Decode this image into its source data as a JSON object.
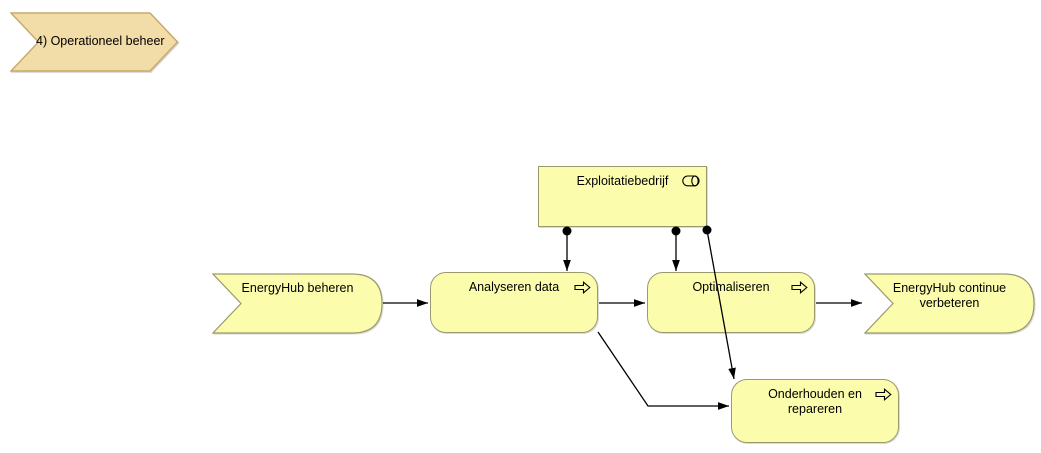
{
  "diagram": {
    "title_chevron": {
      "label": "4) Operationeel beheer"
    },
    "nodes": [
      {
        "id": "exploitatiebedrijf",
        "label": "Exploitatiebedrijf",
        "type": "business-role",
        "icon": "business-role-icon"
      },
      {
        "id": "energyhub-beheren",
        "label": "EnergyHub beheren",
        "type": "business-event"
      },
      {
        "id": "analyseren-data",
        "label": "Analyseren data",
        "type": "business-process",
        "icon": "process-arrow-icon"
      },
      {
        "id": "optimaliseren",
        "label": "Optimaliseren",
        "type": "business-process",
        "icon": "process-arrow-icon"
      },
      {
        "id": "energyhub-continue-verbeteren",
        "label": "EnergyHub continue verbeteren",
        "type": "business-event"
      },
      {
        "id": "onderhouden-en-repareren",
        "label": "Onderhouden en repareren",
        "type": "business-process",
        "icon": "process-arrow-icon"
      }
    ],
    "connections": [
      {
        "from": "energyhub-beheren",
        "to": "analyseren-data",
        "type": "trigger-arrow"
      },
      {
        "from": "analyseren-data",
        "to": "optimaliseren",
        "type": "trigger-arrow"
      },
      {
        "from": "optimaliseren",
        "to": "energyhub-continue-verbeteren",
        "type": "trigger-arrow"
      },
      {
        "from": "exploitatiebedrijf",
        "to": "analyseren-data",
        "type": "assignment-ball-arrow"
      },
      {
        "from": "exploitatiebedrijf",
        "to": "optimaliseren",
        "type": "assignment-ball-arrow"
      },
      {
        "from": "exploitatiebedrijf",
        "to": "onderhouden-en-repareren",
        "type": "assignment-ball-arrow"
      },
      {
        "from": "analyseren-data",
        "to": "onderhouden-en-repareren",
        "type": "trigger-arrow"
      }
    ],
    "colors": {
      "background": "#FFFFFF",
      "element_fill": "#FCFCAD",
      "element_border": "#9A9A6E",
      "chevron_fill": "#F2DCA7",
      "chevron_border": "#C9A96A",
      "connector": "#000000",
      "text": "#000000"
    }
  }
}
